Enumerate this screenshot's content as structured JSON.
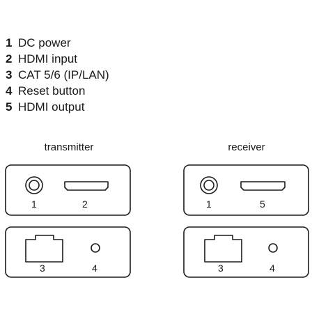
{
  "legend": {
    "items": [
      {
        "number": "1",
        "label": "DC power"
      },
      {
        "number": "2",
        "label": "HDMI input"
      },
      {
        "number": "3",
        "label": "CAT 5/6 (IP/LAN)"
      },
      {
        "number": "4",
        "label": "Reset button"
      },
      {
        "number": "5",
        "label": "HDMI output"
      }
    ]
  },
  "transmitter": {
    "title": "transmitter",
    "front_labels": [
      "1",
      "2"
    ],
    "back_labels": [
      "3",
      "4"
    ]
  },
  "receiver": {
    "title": "receiver",
    "front_labels": [
      "1",
      "5"
    ],
    "back_labels": [
      "3",
      "4"
    ]
  },
  "colors": {
    "stroke": "#1a1a1a",
    "background": "#ffffff"
  }
}
